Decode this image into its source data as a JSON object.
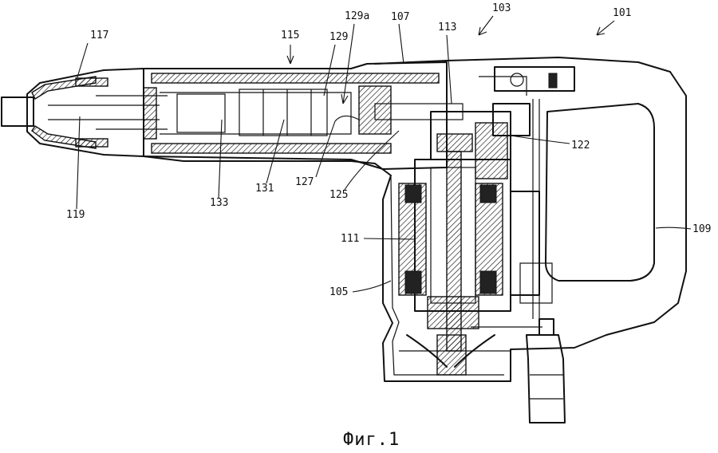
{
  "labels": {
    "l101": "101",
    "l103": "103",
    "l105": "105",
    "l107": "107",
    "l109": "109",
    "l111": "111",
    "l113": "113",
    "l115": "115",
    "l117": "117",
    "l119": "119",
    "l122": "122",
    "l125": "125",
    "l127": "127",
    "l129": "129",
    "l129a": "129a",
    "l131": "131",
    "l133": "133"
  },
  "caption": "Фиг.1"
}
